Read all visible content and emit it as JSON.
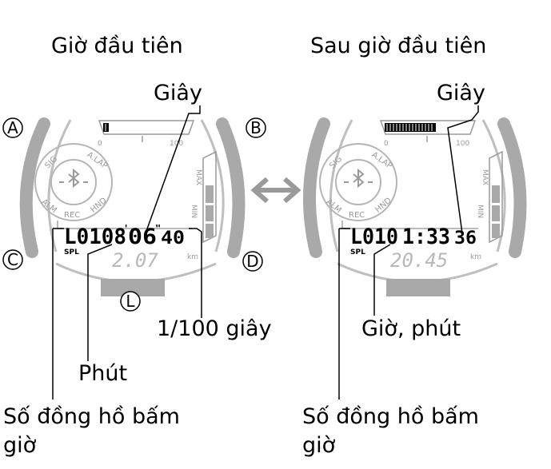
{
  "left": {
    "heading": "Giờ đầu tiên",
    "label_seconds": "Giây",
    "label_minutes": "Phút",
    "label_hundredths": "1/100 giây",
    "label_lap_number": "Số đồng hồ bấm giờ",
    "display": {
      "lap": "L0108",
      "min": "06",
      "sec": "40",
      "distance": "2.07"
    },
    "seconds_bar_fill": 0.07
  },
  "right": {
    "heading": "Sau giờ đầu tiên",
    "label_seconds": "Giây",
    "label_hours_minutes": "Giờ, phút",
    "label_lap_number": "Số đồng hồ bấm giờ",
    "display": {
      "lap": "L010",
      "time": "1:33",
      "sec": "36",
      "distance": "20.45"
    },
    "seconds_bar_fill": 0.6
  },
  "watch": {
    "buttons": [
      "A",
      "B",
      "C",
      "D",
      "L"
    ],
    "ring_labels": [
      "SIG",
      "A.LAP",
      "HND",
      "REC",
      "ALM"
    ],
    "scale": [
      "0",
      "100"
    ],
    "side_scale": [
      "MAX",
      "MIN"
    ],
    "spl": "SPL",
    "unit": "km"
  },
  "colors": {
    "case": "#a9a9a9",
    "lcd_ghost": "#b8b8b8",
    "ink": "#000000"
  }
}
